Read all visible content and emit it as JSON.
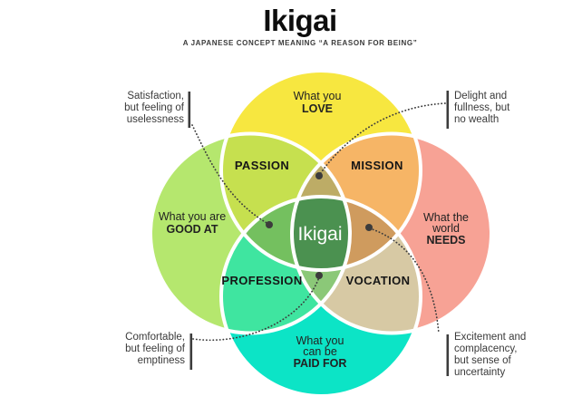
{
  "title": "Ikigai",
  "subtitle": "A JAPANESE CONCEPT MEANING “A REASON FOR BEING”",
  "center": {
    "label": "Ikigai"
  },
  "circles": {
    "love": {
      "lines": [
        "What you",
        "LOVE"
      ]
    },
    "needs": {
      "lines": [
        "What the",
        "world",
        "NEEDS"
      ]
    },
    "paid_for": {
      "lines": [
        "What you",
        "can be",
        "PAID FOR"
      ]
    },
    "good_at": {
      "lines": [
        "What you are",
        "GOOD AT"
      ]
    }
  },
  "overlaps": {
    "passion": "PASSION",
    "mission": "MISSION",
    "profession": "PROFESSION",
    "vocation": "VOCATION"
  },
  "annotations": {
    "top_left": {
      "lines": [
        "Satisfaction,",
        "but feeling of",
        "uselessness"
      ]
    },
    "top_right": {
      "lines": [
        "Delight and",
        "fullness, but",
        "no wealth"
      ]
    },
    "bottom_left": {
      "lines": [
        "Comfortable,",
        "but feeling of",
        "emptiness"
      ]
    },
    "bottom_right": {
      "lines": [
        "Excitement and",
        "complacency,",
        "but sense of",
        "uncertainty"
      ]
    }
  },
  "colors": {
    "love": "#f7e740",
    "good_at": "#b5e76e",
    "needs": "#f7a295",
    "paid_for": "#0ce4c6",
    "passion": "#c6e04f",
    "mission": "#f6b566",
    "profession": "#3fe5a0",
    "vocation": "#d7c9a4",
    "petal_top": "#bdac66",
    "petal_left": "#74c05f",
    "petal_right": "#cf9b5e",
    "petal_bottom": "#8bc878",
    "center": "#4b9150",
    "connector": "#3c3c3c"
  }
}
